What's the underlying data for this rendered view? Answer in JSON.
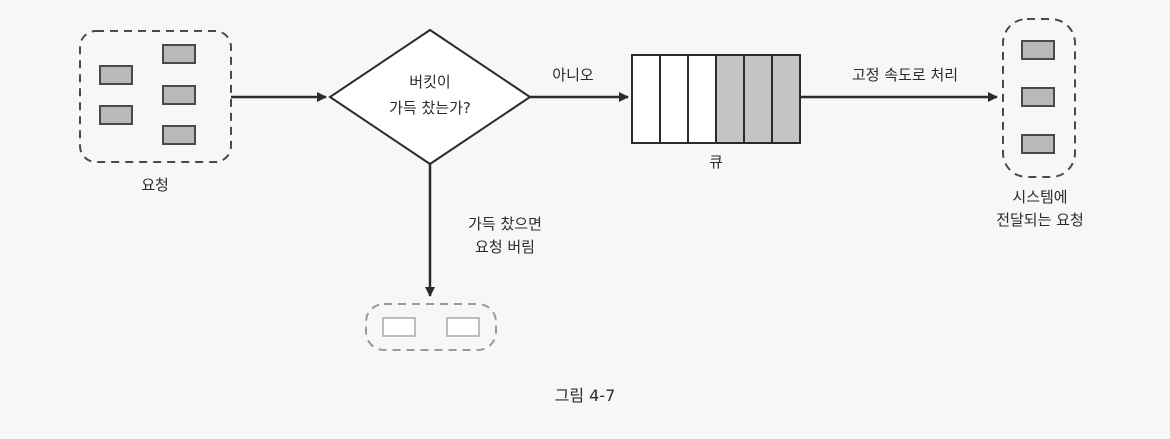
{
  "labels": {
    "requests": "요청",
    "decision_line1": "버킷이",
    "decision_line2": "가득 찼는가?",
    "no_branch": "아니오",
    "queue": "큐",
    "fixed_rate": "고정 속도로 처리",
    "yes_line1": "가득 찼으면",
    "yes_line2": "요청 버림",
    "system_line1": "시스템에",
    "system_line2": "전달되는 요청",
    "caption": "그림 4-7"
  },
  "colors": {
    "stroke": "#2b2b2b",
    "box_fill": "#b9b9b9",
    "box_stroke": "#4a4a4a",
    "dropped_stroke": "#9a9a9a",
    "queue_filled": "#c4c4c4",
    "queue_empty": "#ffffff"
  },
  "queue": {
    "slots": 6,
    "filled_slots": 3
  }
}
